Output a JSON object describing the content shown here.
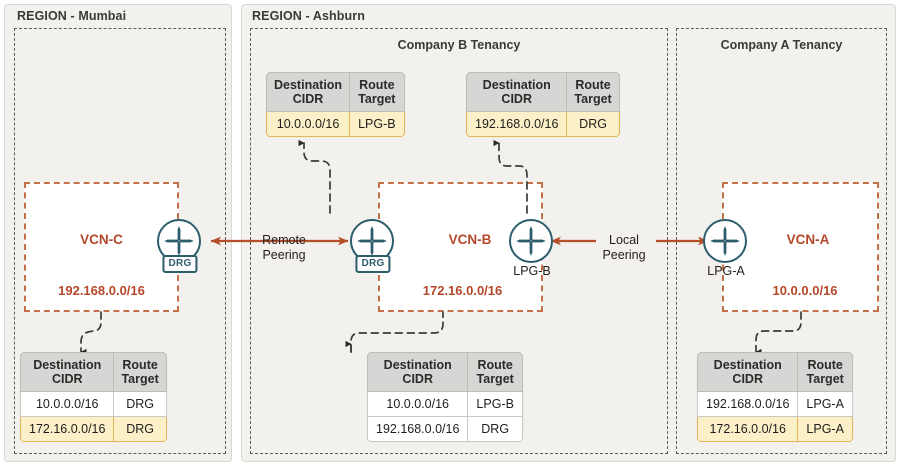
{
  "regions": [
    {
      "title": "REGION - Mumbai"
    },
    {
      "title": "REGION - Ashburn"
    }
  ],
  "tenancies": [
    {
      "title": "Company B Tenancy"
    },
    {
      "title": "Company A Tenancy"
    }
  ],
  "vcns": [
    {
      "name": "VCN-C",
      "cidr": "192.168.0.0/16"
    },
    {
      "name": "VCN-B",
      "cidr": "172.16.0.0/16"
    },
    {
      "name": "VCN-A",
      "cidr": "10.0.0.0/16"
    }
  ],
  "gateways": [
    {
      "id": "drg-c",
      "label": "DRG",
      "style": "badge"
    },
    {
      "id": "drg-b",
      "label": "DRG",
      "style": "badge"
    },
    {
      "id": "lpg-b",
      "label": "LPG-B",
      "style": "caption"
    },
    {
      "id": "lpg-a",
      "label": "LPG-A",
      "style": "caption"
    }
  ],
  "peering": [
    {
      "label_line1": "Remote",
      "label_line2": "Peering"
    },
    {
      "label_line1": "Local",
      "label_line2": "Peering"
    }
  ],
  "table_headers": {
    "destination": "Destination\nCIDR",
    "target": "Route\nTarget"
  },
  "tables": {
    "b_top_left": {
      "rows": [
        {
          "destination": "10.0.0.0/16",
          "target": "LPG-B",
          "highlight": true
        }
      ]
    },
    "b_top_right": {
      "rows": [
        {
          "destination": "192.168.0.0/16",
          "target": "DRG",
          "highlight": true
        }
      ]
    },
    "c_bottom": {
      "rows": [
        {
          "destination": "10.0.0.0/16",
          "target": "DRG",
          "highlight": false
        },
        {
          "destination": "172.16.0.0/16",
          "target": "DRG",
          "highlight": true
        }
      ]
    },
    "b_bottom": {
      "rows": [
        {
          "destination": "10.0.0.0/16",
          "target": "LPG-B",
          "highlight": false
        },
        {
          "destination": "192.168.0.0/16",
          "target": "DRG",
          "highlight": false
        }
      ]
    },
    "a_bottom": {
      "rows": [
        {
          "destination": "192.168.0.0/16",
          "target": "LPG-A",
          "highlight": false
        },
        {
          "destination": "172.16.0.0/16",
          "target": "LPG-A",
          "highlight": true
        }
      ]
    }
  },
  "colors": {
    "region_bg": "#f2f1ee",
    "vcn_border": "#c4714a",
    "vcn_text": "#b5472a",
    "gateway": "#2c5d6b",
    "arrow": "#b5502a",
    "highlight_row": "#fcf0c8",
    "header_bg": "#d7d6d4"
  }
}
